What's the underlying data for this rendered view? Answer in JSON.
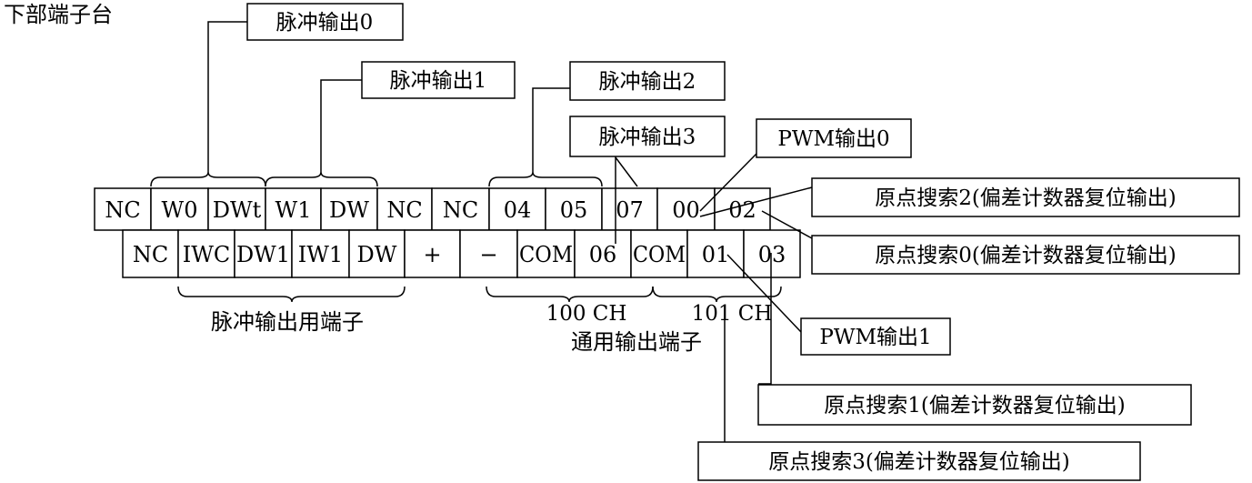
{
  "title": "下部端子台",
  "upper_row": [
    "NC",
    "W0",
    "DWt",
    "W1",
    "DW",
    "NC",
    "NC",
    "04",
    "05",
    "07",
    "00",
    "02"
  ],
  "lower_row": [
    "NC",
    "IWC",
    "DW1",
    "IW1",
    "DW",
    "+",
    "−",
    "COM",
    "06",
    "COM",
    "01",
    "03"
  ],
  "callouts": {
    "pulse0": "脉冲输出0",
    "pulse1": "脉冲输出1",
    "pulse2": "脉冲输出2",
    "pulse3": "脉冲输出3",
    "pwm0": "PWM输出0",
    "pwm1": "PWM输出1",
    "origin0": "原点搜索0(偏差计数器复位输出)",
    "origin1": "原点搜索1(偏差计数器复位输出)",
    "origin2": "原点搜索2(偏差计数器复位输出)",
    "origin3": "原点搜索3(偏差计数器复位输出)"
  },
  "groups": {
    "pulse_terminals": "脉冲输出用端子",
    "ch100": "100 CH",
    "ch101": "101  CH",
    "general_output": "通用输出端子"
  }
}
